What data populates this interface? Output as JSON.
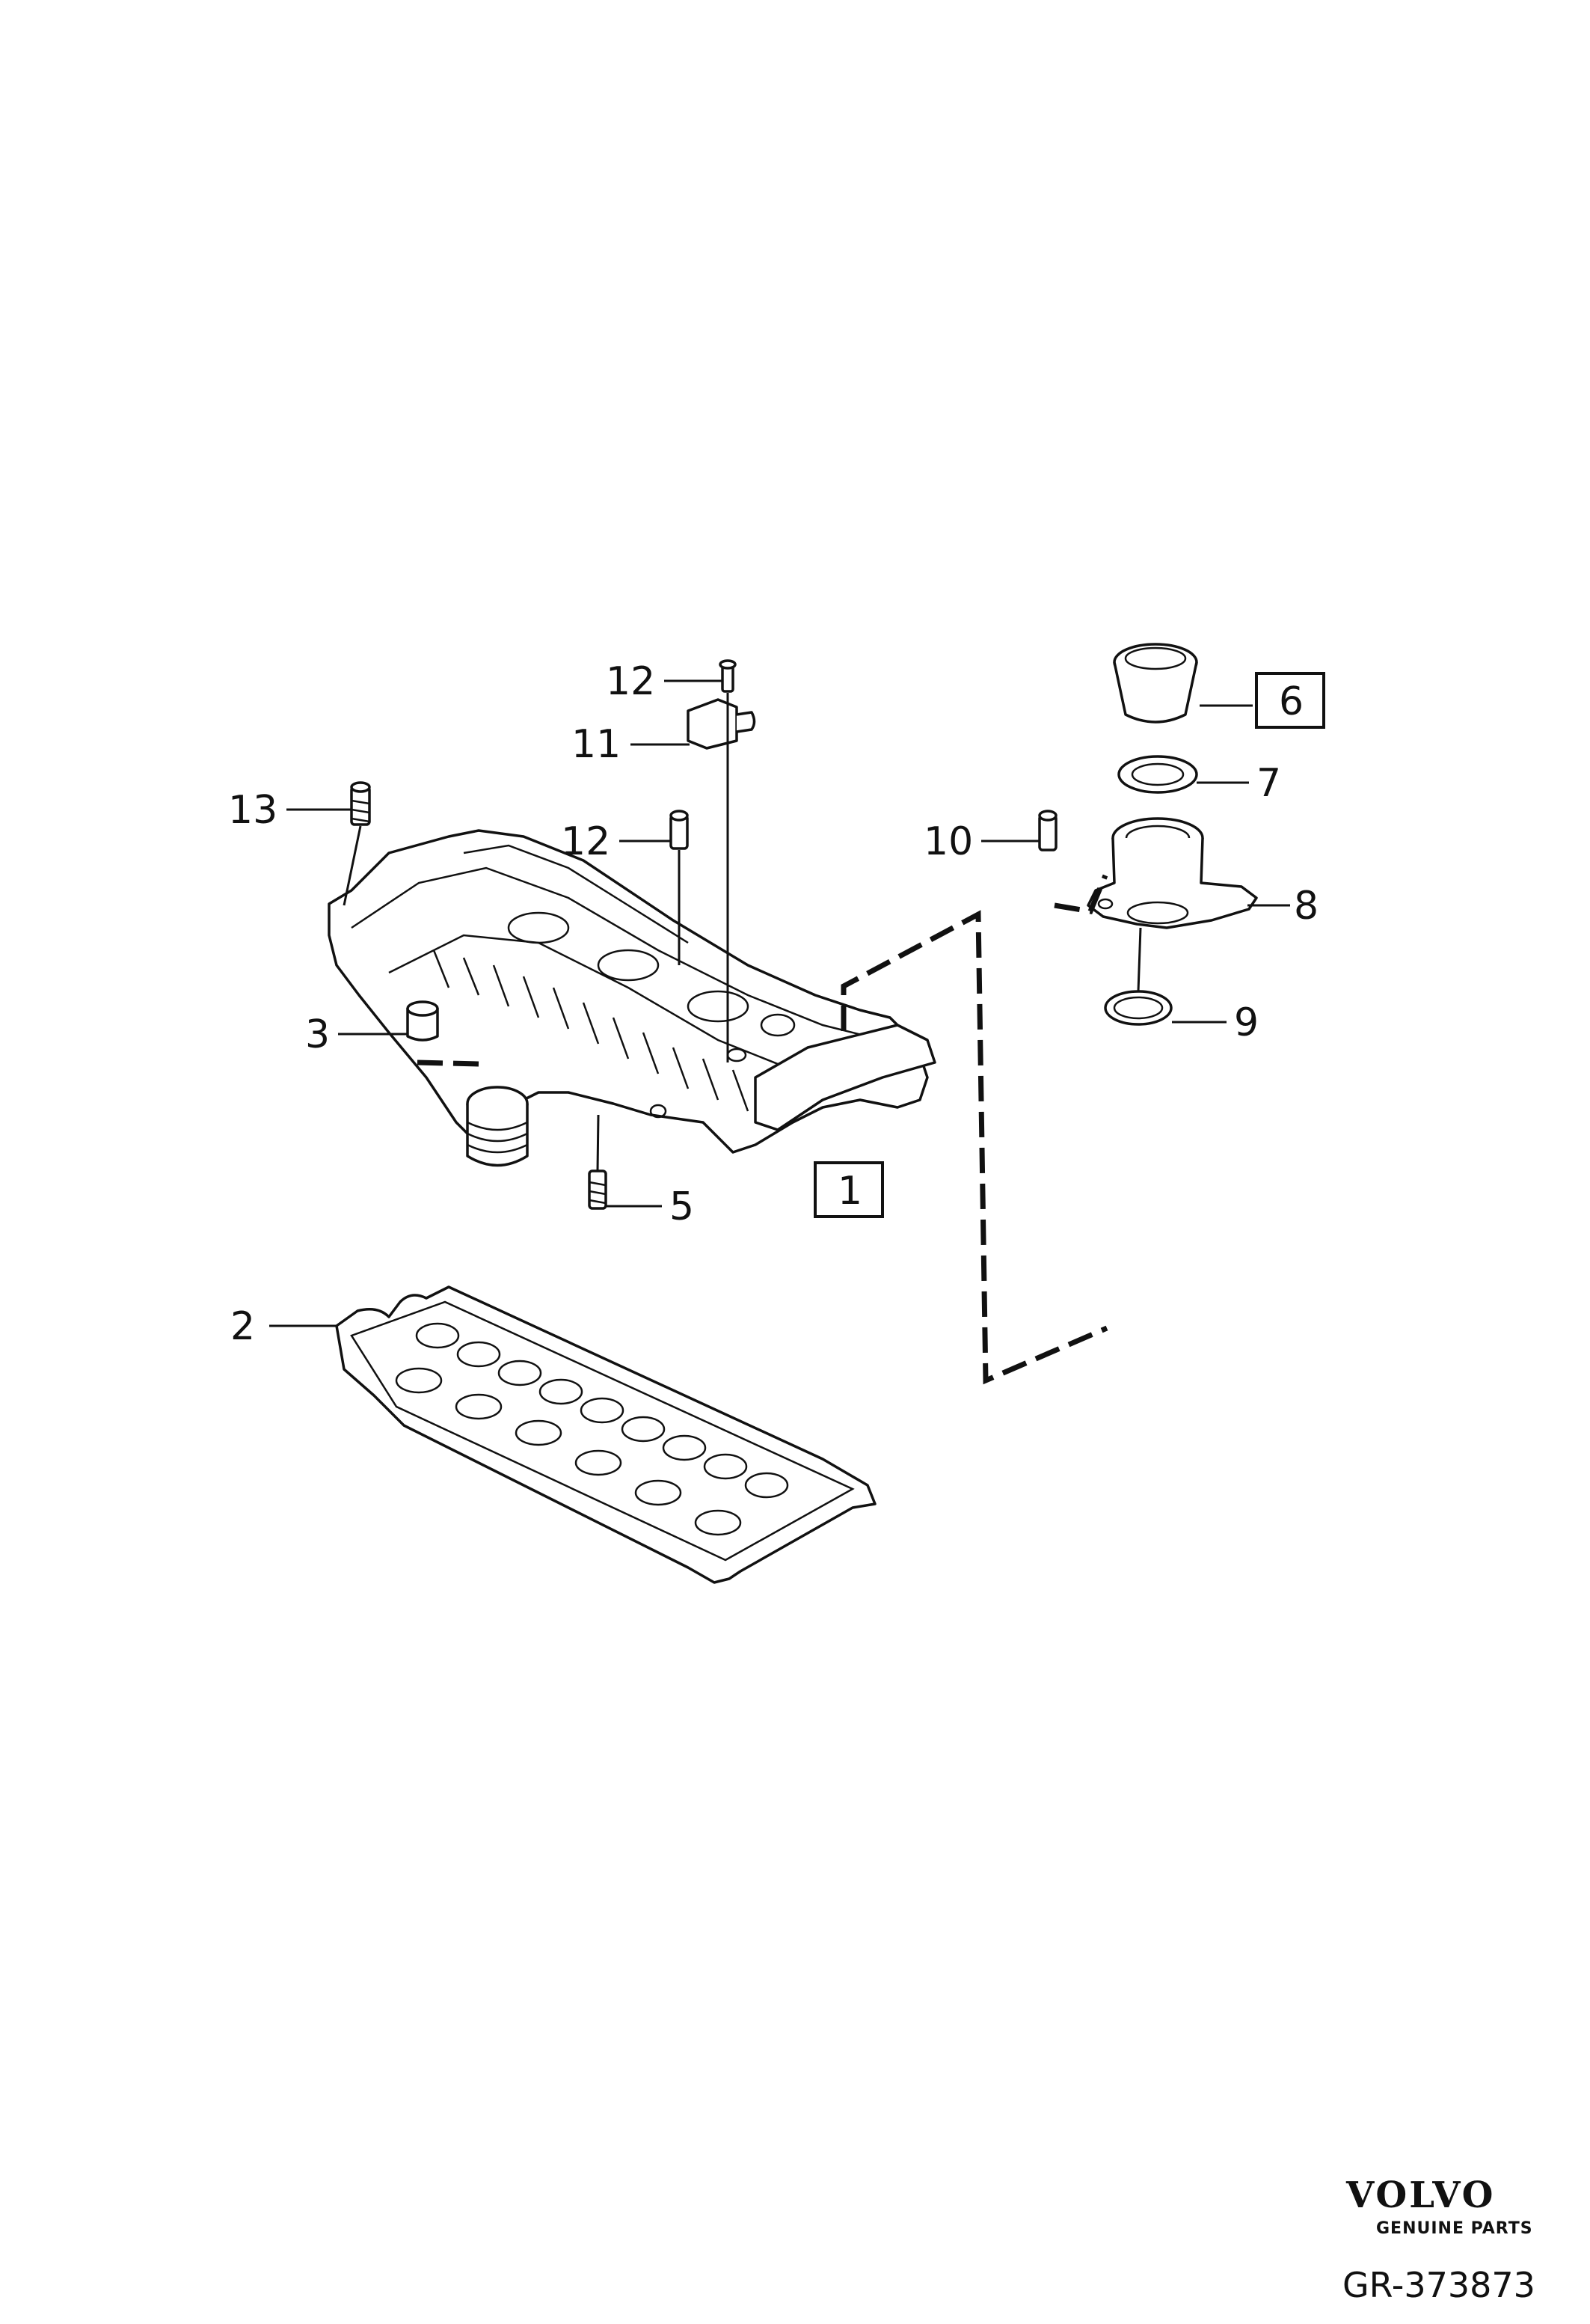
{
  "callouts": {
    "c1": "1",
    "c2": "2",
    "c3": "3",
    "c5": "5",
    "c6": "6",
    "c7": "7",
    "c8": "8",
    "c9": "9",
    "c10": "10",
    "c11": "11",
    "c12a": "12",
    "c12b": "12",
    "c13": "13"
  },
  "brand": {
    "logo_text": "VOLVO",
    "tagline": "GENUINE PARTS"
  },
  "reference": "GR-373873"
}
